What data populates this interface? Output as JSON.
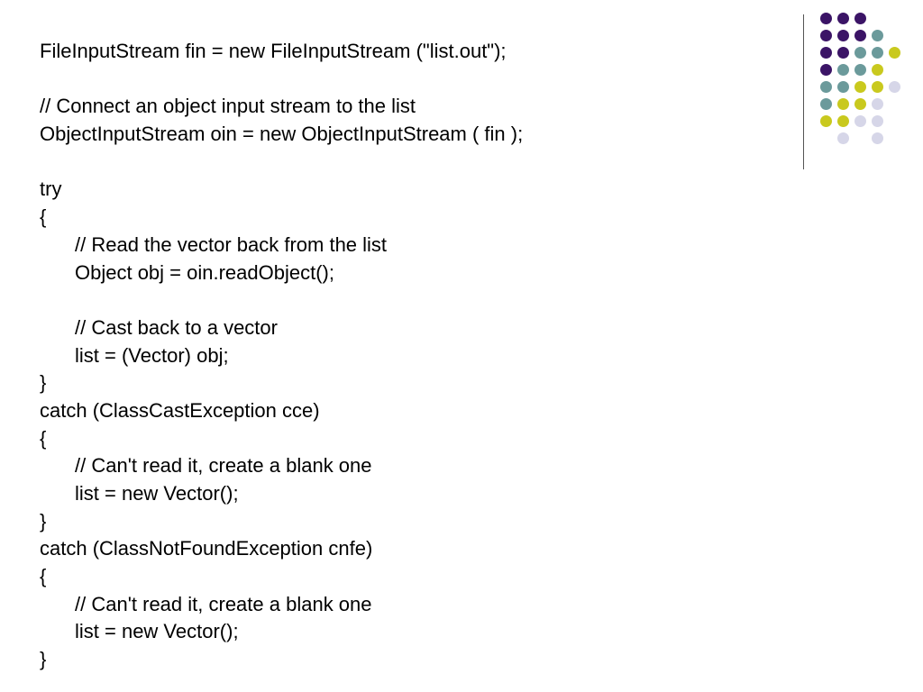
{
  "slide": {
    "code_lines": [
      {
        "text": "FileInputStream fin = new FileInputStream (\"list.out\");",
        "indent": false
      },
      {
        "text": "",
        "indent": false
      },
      {
        "text": "// Connect an object input stream to the list",
        "indent": false
      },
      {
        "text": "ObjectInputStream oin = new ObjectInputStream ( fin );",
        "indent": false
      },
      {
        "text": "",
        "indent": false
      },
      {
        "text": "try",
        "indent": false
      },
      {
        "text": "{",
        "indent": false
      },
      {
        "text": "// Read the vector back from the list",
        "indent": true
      },
      {
        "text": "Object obj = oin.readObject();",
        "indent": true
      },
      {
        "text": "",
        "indent": false
      },
      {
        "text": "// Cast back to a vector",
        "indent": true
      },
      {
        "text": "list = (Vector) obj;",
        "indent": true
      },
      {
        "text": "}",
        "indent": false
      },
      {
        "text": "catch (ClassCastException cce)",
        "indent": false
      },
      {
        "text": "{",
        "indent": false
      },
      {
        "text": "// Can't read it, create a blank one",
        "indent": true
      },
      {
        "text": "list = new Vector();",
        "indent": true
      },
      {
        "text": "}",
        "indent": false
      },
      {
        "text": "catch (ClassNotFoundException cnfe)",
        "indent": false
      },
      {
        "text": "{",
        "indent": false
      },
      {
        "text": "// Can't read it, create a blank one",
        "indent": true
      },
      {
        "text": "list = new Vector();",
        "indent": true
      },
      {
        "text": "}",
        "indent": false
      }
    ]
  },
  "decoration": {
    "colors": {
      "purple": "#3b1466",
      "teal": "#6b9a9b",
      "yellow": "#c9c91e",
      "lavender": "#d6d6e8"
    },
    "dot_rows": [
      [
        "purple",
        "purple",
        "purple",
        null,
        null
      ],
      [
        "purple",
        "purple",
        "purple",
        "teal",
        null
      ],
      [
        "purple",
        "purple",
        "teal",
        "teal",
        "yellow"
      ],
      [
        "purple",
        "teal",
        "teal",
        "yellow",
        null
      ],
      [
        "teal",
        "teal",
        "yellow",
        "yellow",
        "lavender"
      ],
      [
        "teal",
        "yellow",
        "yellow",
        "lavender",
        null
      ],
      [
        "yellow",
        "yellow",
        "lavender",
        "lavender",
        null
      ],
      [
        null,
        "lavender",
        null,
        "lavender",
        null
      ]
    ]
  }
}
